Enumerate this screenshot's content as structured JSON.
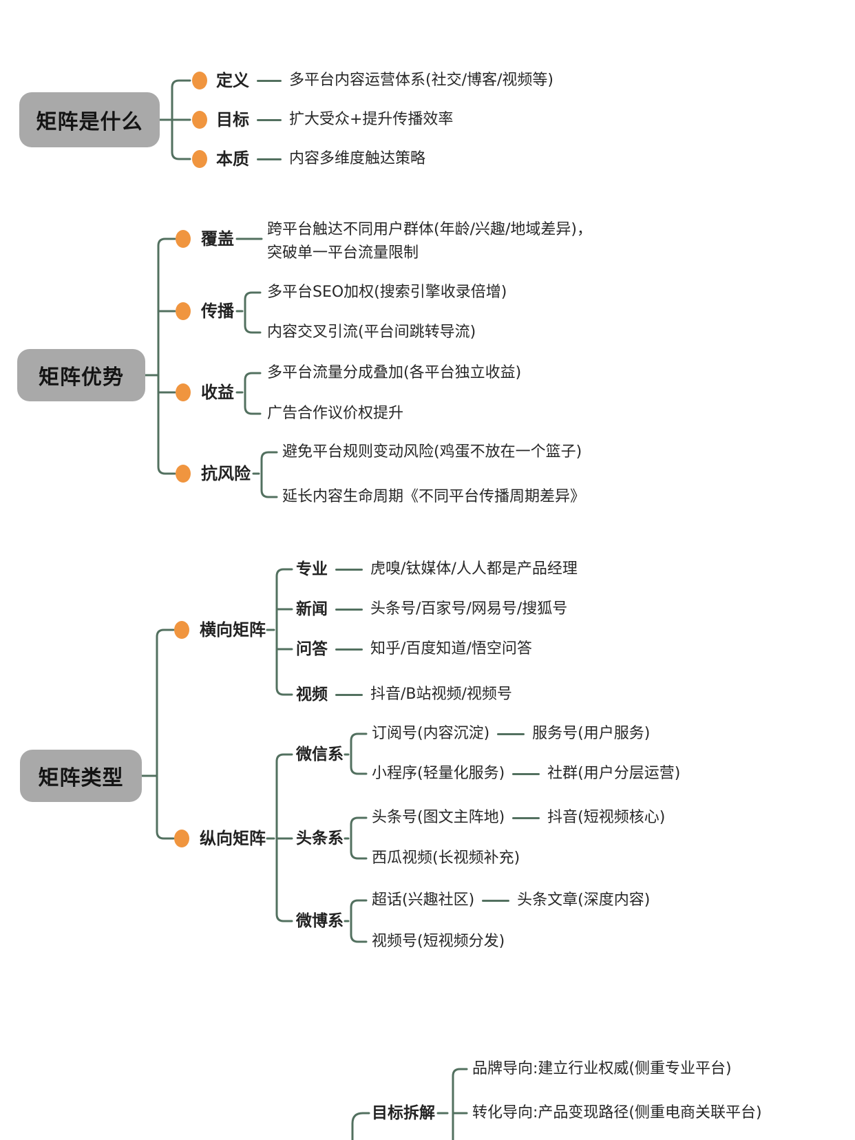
{
  "style": {
    "line_color": "#52705F",
    "bullet_color": "#F0953F",
    "root_box_bg": "#A9A9A9",
    "text_color": "#272727",
    "background": "#FFFFFF"
  },
  "sections": {
    "what": {
      "title": "矩阵是什么",
      "children": [
        {
          "label": "定义",
          "desc": "多平台内容运营体系(社交/博客/视频等)"
        },
        {
          "label": "目标",
          "desc": "扩大受众+提升传播效率"
        },
        {
          "label": "本质",
          "desc": "内容多维度触达策略"
        }
      ]
    },
    "advantages": {
      "title": "矩阵优势",
      "children": [
        {
          "label": "覆盖",
          "descs": [
            "跨平台触达不同用户群体(年龄/兴趣/地域差异)，",
            "突破单一平台流量限制"
          ]
        },
        {
          "label": "传播",
          "descs": [
            "多平台SEO加权(搜索引擎收录倍增)",
            "内容交叉引流(平台间跳转导流)"
          ]
        },
        {
          "label": "收益",
          "descs": [
            "多平台流量分成叠加(各平台独立收益)",
            "广告合作议价权提升"
          ]
        },
        {
          "label": "抗风险",
          "descs": [
            "避免平台规则变动风险(鸡蛋不放在一个篮子)",
            "延长内容生命周期《不同平台传播周期差异》"
          ]
        }
      ]
    },
    "types": {
      "title": "矩阵类型",
      "horizontal": {
        "label": "横向矩阵",
        "children": [
          {
            "label": "专业",
            "desc": "虎嗅/钛媒体/人人都是产品经理"
          },
          {
            "label": "新闻",
            "desc": "头条号/百家号/网易号/搜狐号"
          },
          {
            "label": "问答",
            "desc": "知乎/百度知道/悟空问答"
          },
          {
            "label": "视频",
            "desc": "抖音/B站视频/视频号"
          }
        ]
      },
      "vertical": {
        "label": "纵向矩阵",
        "children": [
          {
            "label": "微信系",
            "items": [
              {
                "text": "订阅号(内容沉淀)",
                "next": "服务号(用户服务)"
              },
              {
                "text": "小程序(轻量化服务)",
                "next": "社群(用户分层运营)"
              }
            ]
          },
          {
            "label": "头条系",
            "items": [
              {
                "text": "头条号(图文主阵地)",
                "next": "抖音(短视频核心)"
              },
              {
                "text": "西瓜视频(长视频补充)",
                "next": ""
              }
            ]
          },
          {
            "label": "微博系",
            "items": [
              {
                "text": "超话(兴趣社区)",
                "next": "头条文章(深度内容)"
              },
              {
                "text": "视频号(短视频分发)",
                "next": ""
              }
            ]
          }
        ]
      }
    },
    "goal": {
      "label": "目标拆解",
      "children": [
        "品牌导向:建立行业权威(侧重专业平台)",
        "转化导向:产品变现路径(侧重电商关联平台)"
      ]
    }
  }
}
